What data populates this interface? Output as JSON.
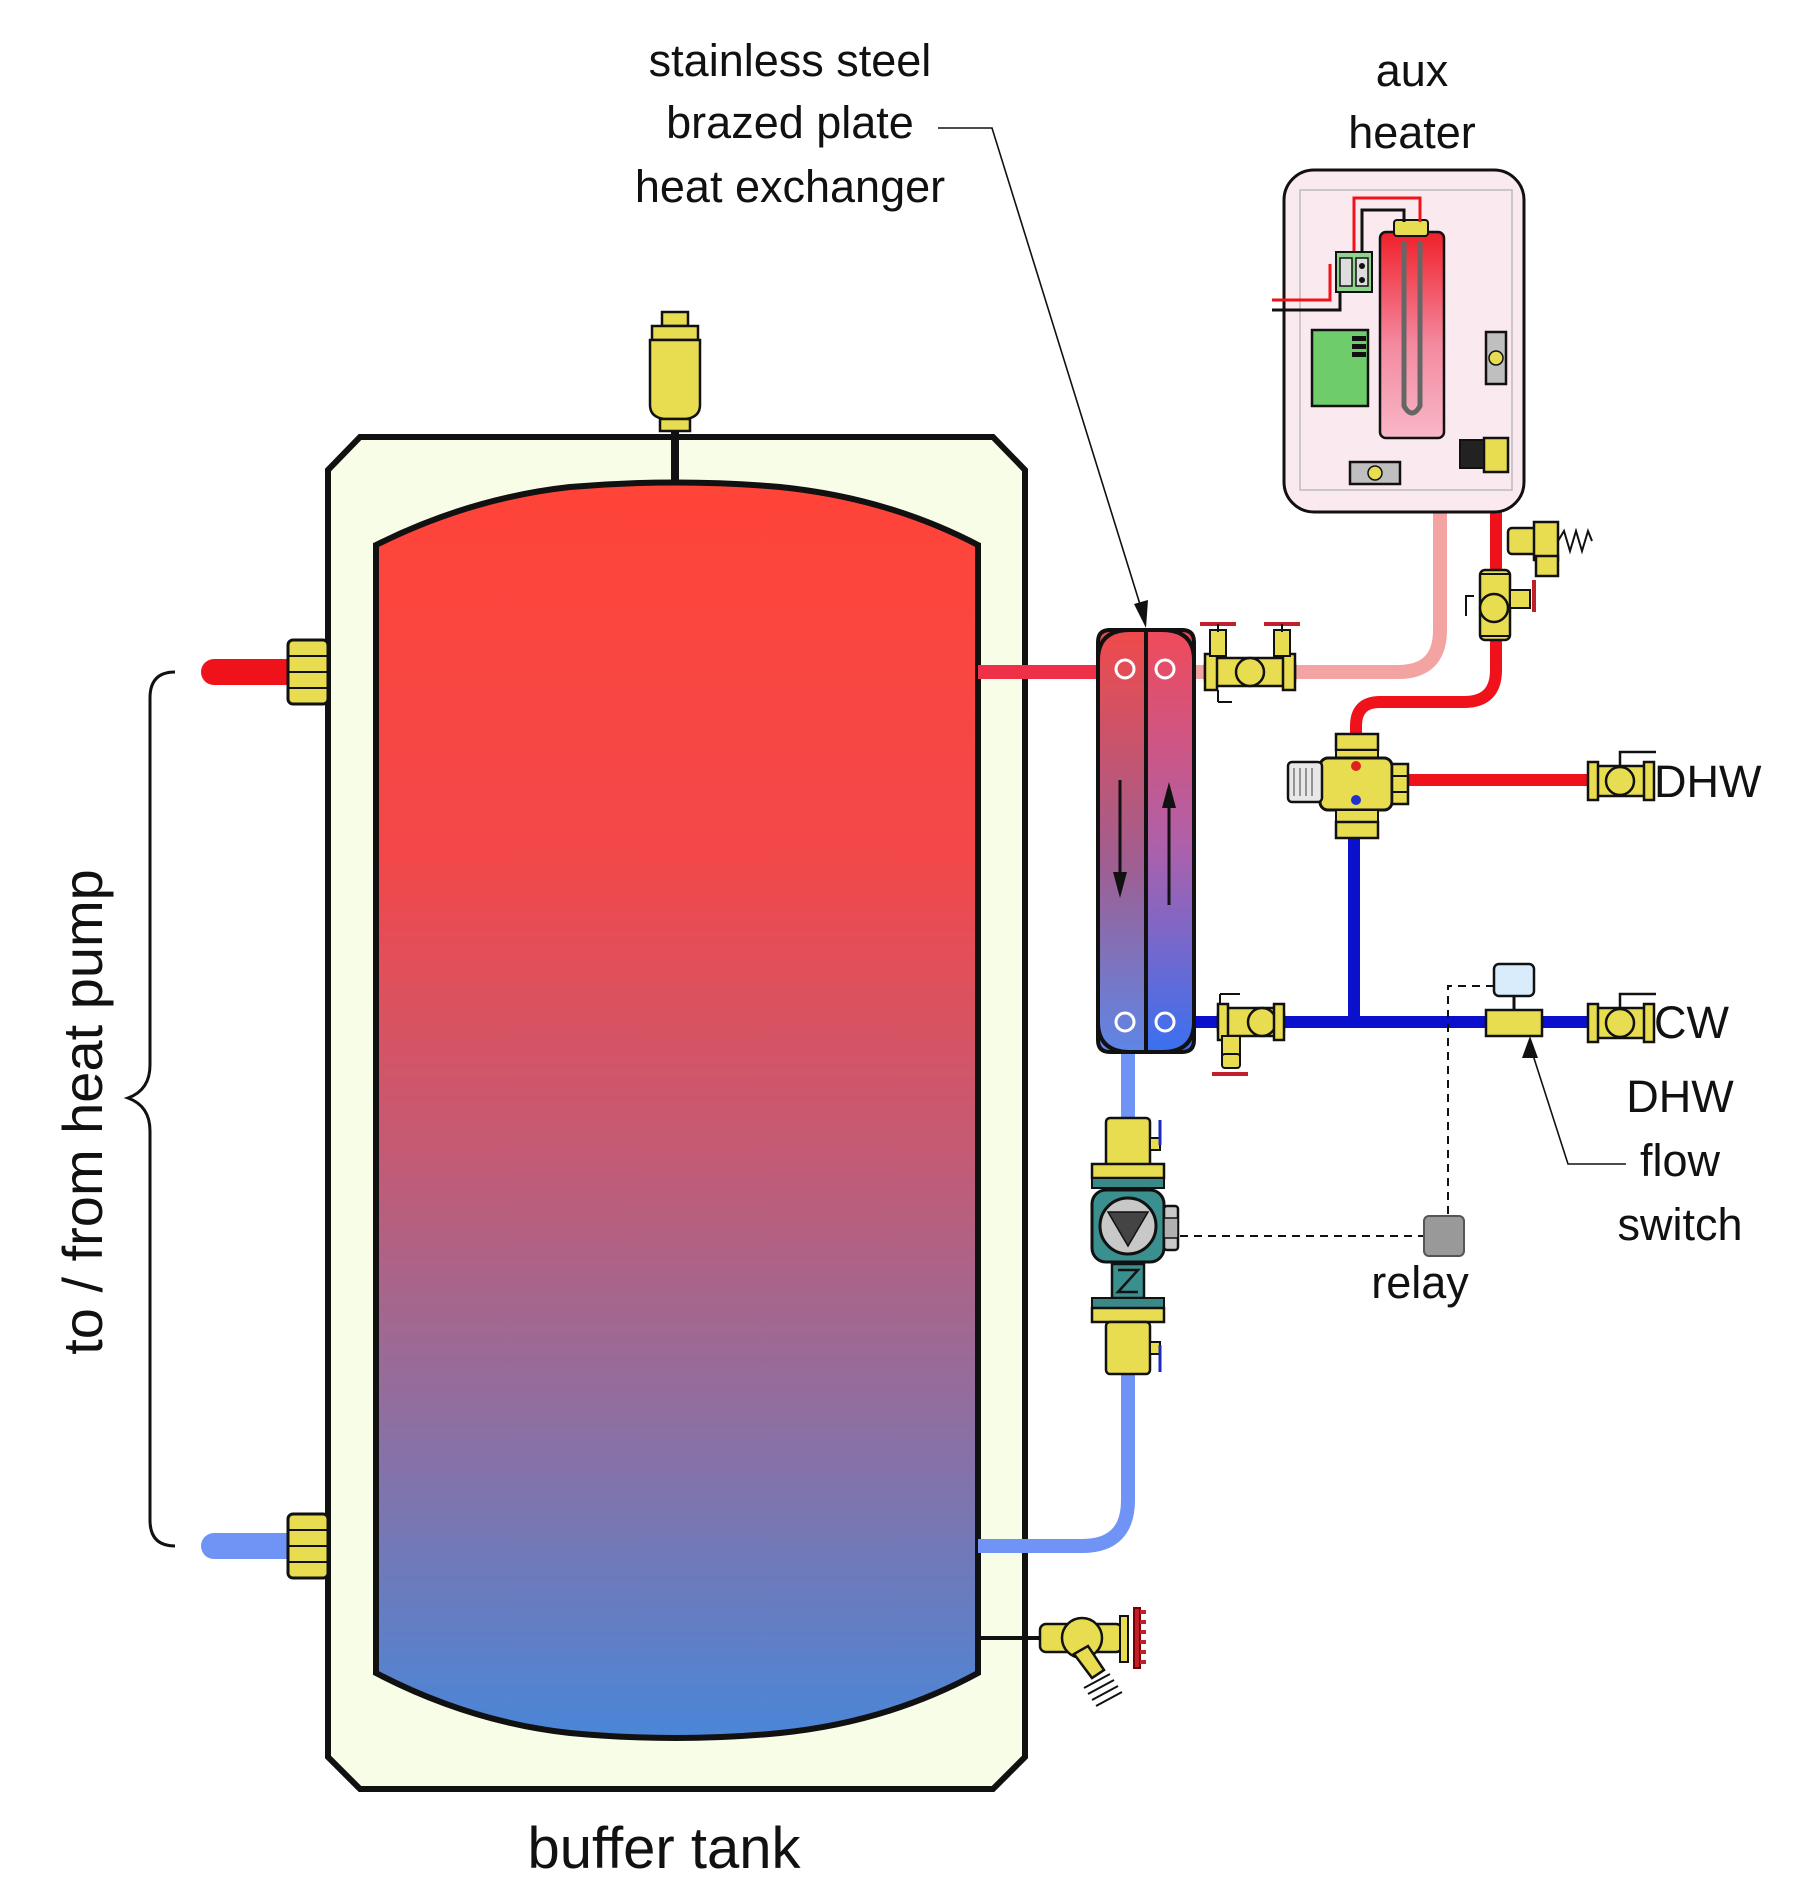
{
  "labels": {
    "hx_line1": "stainless steel",
    "hx_line2": "brazed plate",
    "hx_line3": "heat exchanger",
    "aux_line1": "aux",
    "aux_line2": "heater",
    "dhw_outlet": "DHW",
    "cw_inlet": "CW",
    "flow_switch_line1": "DHW",
    "flow_switch_line2": "flow",
    "flow_switch_line3": "switch",
    "relay": "relay",
    "heat_pump": "to / from heat pump",
    "buffer_tank": "buffer tank"
  },
  "colors": {
    "hot_pipe": "#f0121a",
    "cw_pipe": "#0a10cc",
    "warm_pipe": "#f4a3a3",
    "cool_pipe": "#6f94f5",
    "tank_hot": "#ff4438",
    "tank_cold": "#4a86d8",
    "insulation": "#f8fde8",
    "brass": "#e8dc50",
    "heater_body": "#fbe9f0",
    "control_board": "#6ecd6a"
  }
}
